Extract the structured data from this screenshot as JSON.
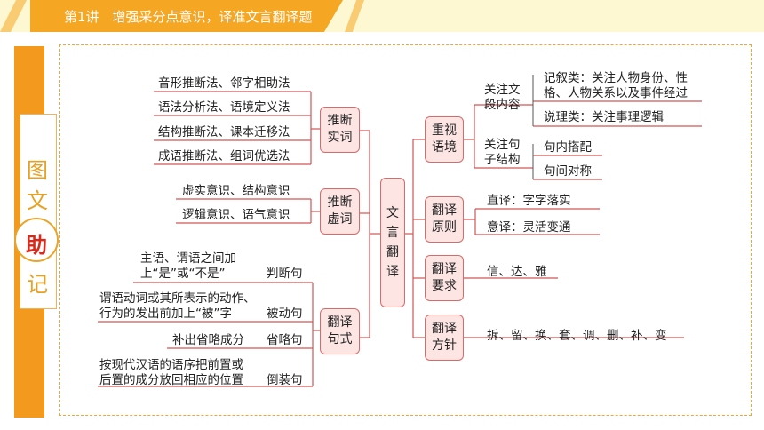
{
  "header": {
    "title": "第1讲　增强采分点意识，译准文言翻译题"
  },
  "sidebar": {
    "chars": [
      "图",
      "文",
      "助",
      "记"
    ]
  },
  "center": {
    "label": "文言翻译"
  },
  "left": {
    "shici": {
      "label": "推断实词",
      "items": [
        "音形推断法、邻字相助法",
        "语法分析法、语境定义法",
        "结构推断法、课本迁移法",
        "成语推断法、组词优选法"
      ]
    },
    "xuci": {
      "label": "推断虚词",
      "items": [
        "虚实意识、结构意识",
        "逻辑意识、语气意识"
      ]
    },
    "jushi": {
      "label": "翻译句式",
      "rows": [
        {
          "lines": [
            "主语、谓语之间加",
            "上“是”或“不是”"
          ],
          "type": "判断句"
        },
        {
          "lines": [
            "谓语动词或其所表示的动作、",
            "行为的发出前加上“被”字"
          ],
          "type": "被动句"
        },
        {
          "lines": [
            "补出省略成分"
          ],
          "type": "省略句"
        },
        {
          "lines": [
            "按现代汉语的语序把前置或",
            "后置的成分放回相应的位置"
          ],
          "type": "倒装句"
        }
      ]
    }
  },
  "right": {
    "yujing": {
      "label": "重视语境",
      "a": {
        "label": "关注文段内容",
        "items": [
          "记叙类：关注人物身份、性格、人物关系以及事件经过",
          "说理类：关注事理逻辑"
        ]
      },
      "b": {
        "label": "关注句子结构",
        "items": [
          "句内搭配",
          "句间对称"
        ]
      }
    },
    "yuanze": {
      "label": "翻译原则",
      "items": [
        "直译：字字落实",
        "意译：灵活变通"
      ]
    },
    "yaoqiu": {
      "label": "翻译要求",
      "item": "信、达、雅"
    },
    "fangzhen": {
      "label": "翻译方针",
      "item": "拆、留、换、套、调、删、补、变"
    }
  },
  "colors": {
    "accent": "#f39a1e",
    "node_fill": "#fde5e4",
    "node_border": "#d86a6a",
    "line": "#d25555"
  }
}
